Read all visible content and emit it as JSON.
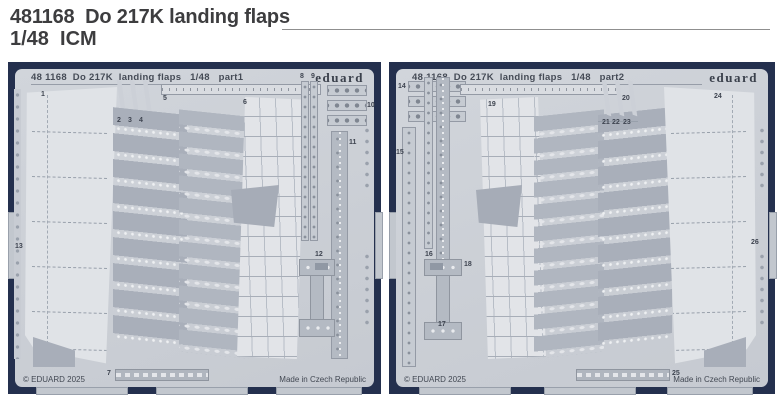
{
  "header": {
    "line1": "481168  Do 217K landing flaps",
    "line2": "1/48  ICM"
  },
  "colors": {
    "background": "#ffffff",
    "photo_background": "#24304e",
    "fret_metal": "#ccd0d6",
    "part_light": "#e1e3e7",
    "part_dark": "#aab0bb",
    "header_text": "#3d3d3f"
  },
  "frets": [
    {
      "title": "48 1168  Do 217K  landing flaps   1/48   part1",
      "brand": "eduard",
      "copyright": "© EDUARD 2025",
      "made_in": "Made in Czech Republic",
      "part_labels": [
        "1",
        "2",
        "3",
        "4",
        "5",
        "6",
        "7",
        "8",
        "9",
        "10",
        "11",
        "12",
        "13"
      ]
    },
    {
      "title": "48 1168  Do 217K  landing flaps   1/48   part2",
      "brand": "eduard",
      "copyright": "© EDUARD 2025",
      "made_in": "Made in Czech Republic",
      "part_labels": [
        "14",
        "15",
        "16",
        "17",
        "18",
        "19",
        "20",
        "21",
        "22",
        "23",
        "24",
        "25",
        "26"
      ]
    }
  ]
}
